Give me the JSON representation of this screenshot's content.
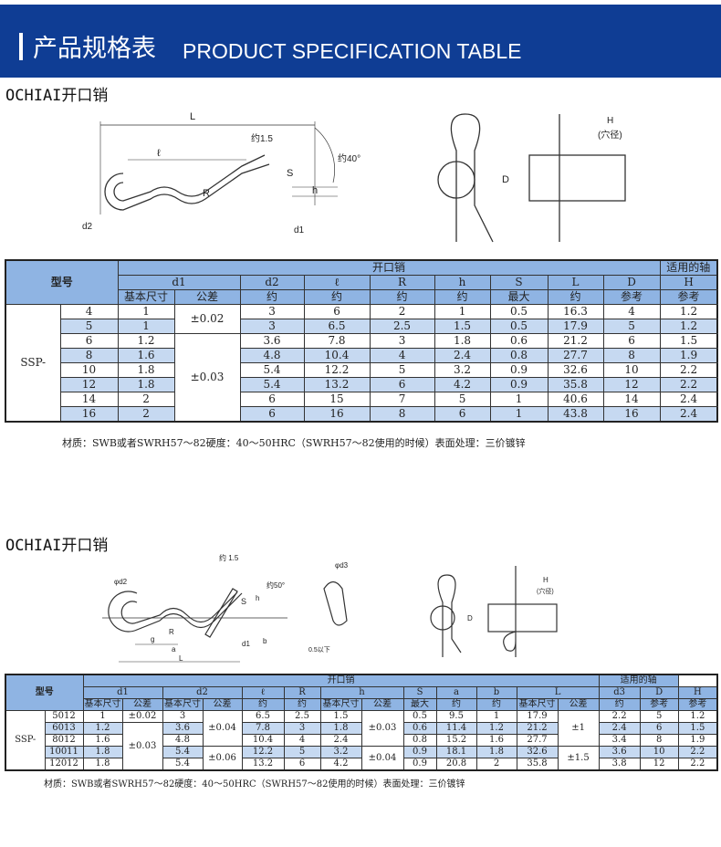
{
  "banner": {
    "title_cn": "产品规格表",
    "title_en": "PRODUCT SPECIFICATION TABLE"
  },
  "section1": {
    "title": "OCHIAI开口销",
    "diagram": {
      "L": "L",
      "l": "ℓ",
      "approx15": "约1.5",
      "angle": "约40°",
      "S": "S",
      "h": "h",
      "R": "R",
      "d1": "d1",
      "d2": "d2",
      "D": "D",
      "H": "H",
      "hole": "(穴径)"
    }
  },
  "table1": {
    "model": "型号",
    "group": "开口销",
    "shaft": "适用的轴",
    "cols": [
      "d1",
      "d2",
      "ℓ",
      "R",
      "h",
      "S",
      "L",
      "D",
      "H"
    ],
    "sub": [
      "基本尺寸",
      "公差",
      "约",
      "约",
      "约",
      "约",
      "最大",
      "约",
      "参考",
      "参考"
    ],
    "prefix": "SSP-",
    "rows": [
      [
        "4",
        "1",
        "±0.02",
        "3",
        "6",
        "2",
        "1",
        "0.5",
        "16.3",
        "4",
        "1.2"
      ],
      [
        "5",
        "1",
        null,
        "3",
        "6.5",
        "2.5",
        "1.5",
        "0.5",
        "17.9",
        "5",
        "1.2"
      ],
      [
        "6",
        "1.2",
        "±0.03",
        "3.6",
        "7.8",
        "3",
        "1.8",
        "0.6",
        "21.2",
        "6",
        "1.5"
      ],
      [
        "8",
        "1.6",
        null,
        "4.8",
        "10.4",
        "4",
        "2.4",
        "0.8",
        "27.7",
        "8",
        "1.9"
      ],
      [
        "10",
        "1.8",
        null,
        "5.4",
        "12.2",
        "5",
        "3.2",
        "0.9",
        "32.6",
        "10",
        "2.2"
      ],
      [
        "12",
        "1.8",
        null,
        "5.4",
        "13.2",
        "6",
        "4.2",
        "0.9",
        "35.8",
        "12",
        "2.2"
      ],
      [
        "14",
        "2",
        null,
        "6",
        "15",
        "7",
        "5",
        "1",
        "40.6",
        "14",
        "2.4"
      ],
      [
        "16",
        "2",
        null,
        "6",
        "16",
        "8",
        "6",
        "1",
        "43.8",
        "16",
        "2.4"
      ]
    ],
    "note": "材质：SWB或者SWRH57～82硬度：40～50HRC（SWRH57～82使用的时候）表面处理：三价镀锌"
  },
  "section2": {
    "title": "OCHIAI开口销",
    "diagram": {
      "approx15": "约 1.5",
      "d2": "φd2",
      "d3": "φd3",
      "angle": "约50°",
      "S": "S",
      "h": "h",
      "R": "R",
      "g": "g",
      "a": "a",
      "L": "L",
      "d1": "d1",
      "b": "b",
      "thin": "0.5以下",
      "D": "D",
      "H": "H",
      "hole": "(穴径)"
    }
  },
  "table2": {
    "model": "型号",
    "group": "开口销",
    "shaft": "适用的轴",
    "cols": [
      "d1",
      "d2",
      "ℓ",
      "R",
      "h",
      "S",
      "a",
      "b",
      "L",
      "d3",
      "D",
      "H"
    ],
    "sub": [
      "基本尺寸",
      "公差",
      "基本尺寸",
      "公差",
      "约",
      "约",
      "基本尺寸",
      "公差",
      "最大",
      "约",
      "约",
      "基本尺寸",
      "公差",
      "约",
      "参考",
      "参考"
    ],
    "prefix": "SSP-",
    "rows": [
      [
        "5012",
        "1",
        "±0.02",
        "3",
        "±0.04",
        "6.5",
        "2.5",
        "1.5",
        "±0.03",
        "0.5",
        "9.5",
        "1",
        "17.9",
        "±1",
        "2.2",
        "5",
        "1.2"
      ],
      [
        "6013",
        "1.2",
        "±0.03",
        "3.6",
        null,
        "7.8",
        "3",
        "1.8",
        null,
        "0.6",
        "11.4",
        "1.2",
        "21.2",
        null,
        "2.4",
        "6",
        "1.5"
      ],
      [
        "8012",
        "1.6",
        null,
        "4.8",
        null,
        "10.4",
        "4",
        "2.4",
        null,
        "0.8",
        "15.2",
        "1.6",
        "27.7",
        null,
        "3.4",
        "8",
        "1.9"
      ],
      [
        "10011",
        "1.8",
        null,
        "5.4",
        "±0.06",
        "12.2",
        "5",
        "3.2",
        "±0.04",
        "0.9",
        "18.1",
        "1.8",
        "32.6",
        "±1.5",
        "3.6",
        "10",
        "2.2"
      ],
      [
        "12012",
        "1.8",
        null,
        "5.4",
        null,
        "13.2",
        "6",
        "4.2",
        null,
        "0.9",
        "20.8",
        "2",
        "35.8",
        null,
        "3.8",
        "12",
        "2.2"
      ]
    ],
    "note": "材质：SWB或者SWRH57～82硬度：40～50HRC（SWRH57～82使用的时候）表面处理：三价镀锌"
  }
}
